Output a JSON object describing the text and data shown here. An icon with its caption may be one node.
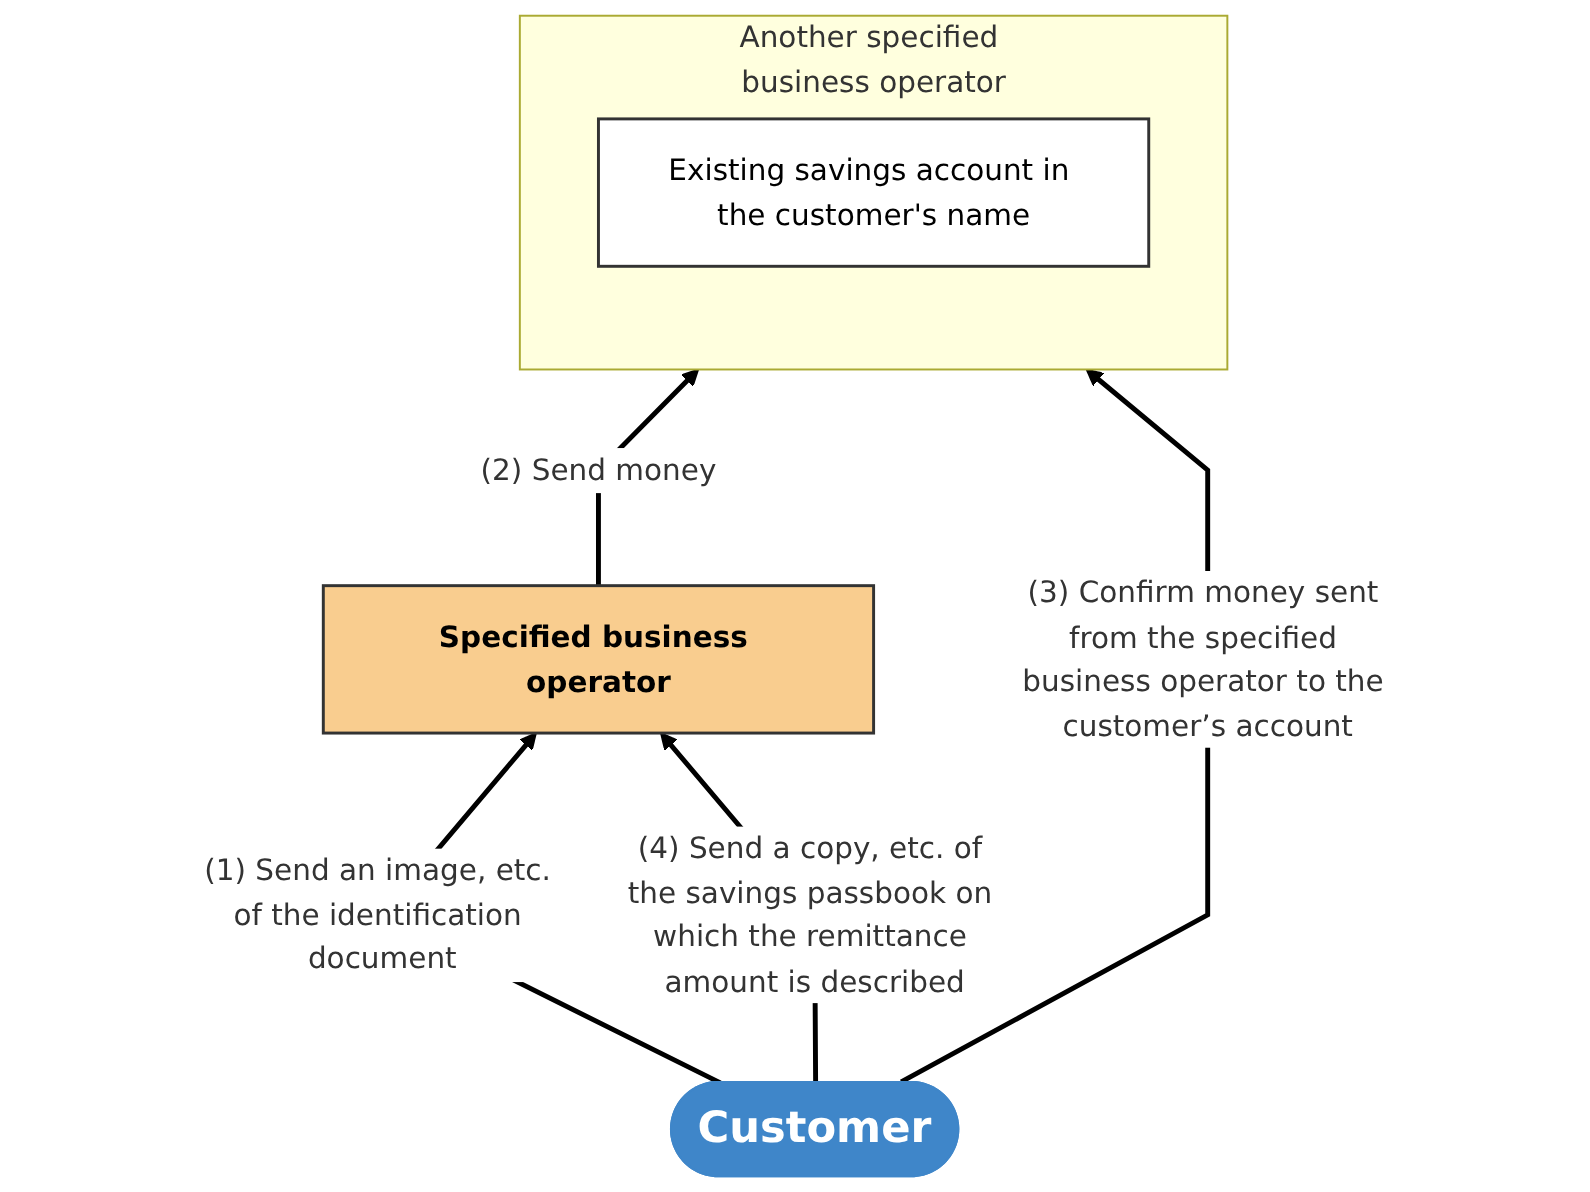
{
  "diagram": {
    "nodes": [
      {
        "text": [
          "Specified business operator"
        ]
      },
      {
        "text": [
          "Another specified business operator"
        ]
      },
      {
        "text": [
          "Existing savings account in the customer's name"
        ],
        "in": 1
      },
      {
        "text": [
          "Customer"
        ]
      }
    ],
    "edges": [
      {
        "from": 0,
        "to": 1,
        "arrow": "to",
        "label": "(2) Send money"
      },
      {
        "from": 3,
        "to": 0,
        "arrow": "to",
        "label": "(1) Send an image, etc. of the identification document"
      },
      {
        "from": 3,
        "to": 0,
        "arrow": "to",
        "label": "(4) Send a copy, etc. of the savings passbook on which the remittance amount is described"
      },
      {
        "from": 3,
        "to": 1,
        "arrow": "to",
        "label": "(3) Confirm money sent from the specified business operator to the customer’s account"
      }
    ]
  }
}
